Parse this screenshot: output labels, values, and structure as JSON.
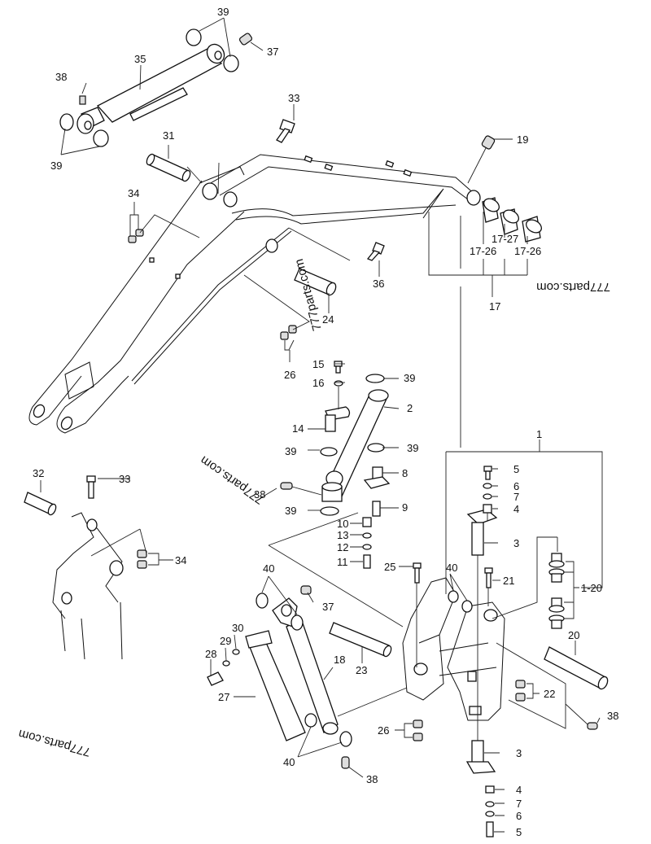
{
  "diagram": {
    "title": "Excavator boom / swing bracket parts diagram",
    "watermarks": [
      "777parts.com",
      "777parts.com",
      "777parts.com",
      "777parts.com"
    ],
    "labels": [
      {
        "id": "39a",
        "text": "39"
      },
      {
        "id": "37a",
        "text": "37"
      },
      {
        "id": "35",
        "text": "35"
      },
      {
        "id": "38a",
        "text": "38"
      },
      {
        "id": "39b",
        "text": "39"
      },
      {
        "id": "33a",
        "text": "33"
      },
      {
        "id": "31",
        "text": "31"
      },
      {
        "id": "34a",
        "text": "34"
      },
      {
        "id": "19",
        "text": "19"
      },
      {
        "id": "17-26a",
        "text": "17-26"
      },
      {
        "id": "17-27",
        "text": "17-27"
      },
      {
        "id": "17-26b",
        "text": "17-26"
      },
      {
        "id": "17",
        "text": "17"
      },
      {
        "id": "36",
        "text": "36"
      },
      {
        "id": "24",
        "text": "24"
      },
      {
        "id": "26a",
        "text": "26"
      },
      {
        "id": "15",
        "text": "15"
      },
      {
        "id": "16",
        "text": "16"
      },
      {
        "id": "39c",
        "text": "39"
      },
      {
        "id": "2",
        "text": "2"
      },
      {
        "id": "14",
        "text": "14"
      },
      {
        "id": "39d",
        "text": "39"
      },
      {
        "id": "39e",
        "text": "39"
      },
      {
        "id": "8",
        "text": "8"
      },
      {
        "id": "38b",
        "text": "38"
      },
      {
        "id": "9",
        "text": "9"
      },
      {
        "id": "39f",
        "text": "39"
      },
      {
        "id": "10",
        "text": "10"
      },
      {
        "id": "13",
        "text": "13"
      },
      {
        "id": "12",
        "text": "12"
      },
      {
        "id": "11",
        "text": "11"
      },
      {
        "id": "1",
        "text": "1"
      },
      {
        "id": "5a",
        "text": "5"
      },
      {
        "id": "6a",
        "text": "6"
      },
      {
        "id": "7a",
        "text": "7"
      },
      {
        "id": "4a",
        "text": "4"
      },
      {
        "id": "3a",
        "text": "3"
      },
      {
        "id": "32",
        "text": "32"
      },
      {
        "id": "33b",
        "text": "33"
      },
      {
        "id": "34b",
        "text": "34"
      },
      {
        "id": "25",
        "text": "25"
      },
      {
        "id": "40a",
        "text": "40"
      },
      {
        "id": "21",
        "text": "21"
      },
      {
        "id": "1-20",
        "text": "1-20"
      },
      {
        "id": "40b",
        "text": "40"
      },
      {
        "id": "37b",
        "text": "37"
      },
      {
        "id": "30",
        "text": "30"
      },
      {
        "id": "29",
        "text": "29"
      },
      {
        "id": "28",
        "text": "28"
      },
      {
        "id": "20",
        "text": "20"
      },
      {
        "id": "18",
        "text": "18"
      },
      {
        "id": "23",
        "text": "23"
      },
      {
        "id": "22",
        "text": "22"
      },
      {
        "id": "27",
        "text": "27"
      },
      {
        "id": "38c",
        "text": "38"
      },
      {
        "id": "26b",
        "text": "26"
      },
      {
        "id": "40c",
        "text": "40"
      },
      {
        "id": "38d",
        "text": "38"
      },
      {
        "id": "3b",
        "text": "3"
      },
      {
        "id": "4b",
        "text": "4"
      },
      {
        "id": "7b",
        "text": "7"
      },
      {
        "id": "6b",
        "text": "6"
      },
      {
        "id": "5b",
        "text": "5"
      }
    ]
  }
}
